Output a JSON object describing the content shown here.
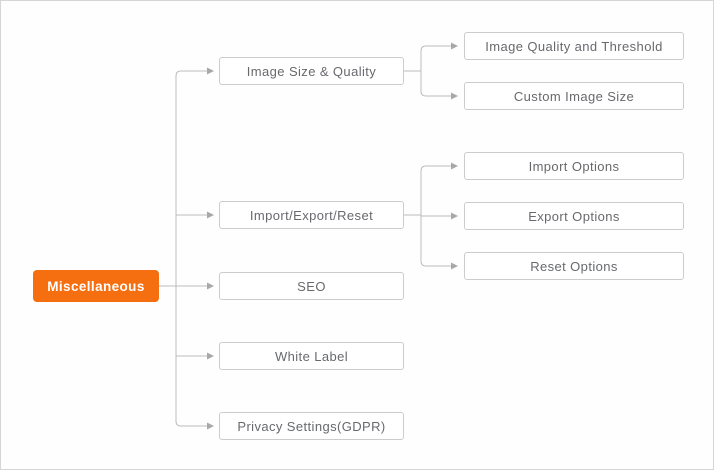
{
  "diagram": {
    "type": "tree",
    "root": {
      "label": "Miscellaneous"
    },
    "level1": [
      {
        "label": "Image Size & Quality"
      },
      {
        "label": "Import/Export/Reset"
      },
      {
        "label": "SEO"
      },
      {
        "label": "White Label"
      },
      {
        "label": "Privacy Settings(GDPR)"
      }
    ],
    "level2": [
      {
        "label": "Image Quality and Threshold",
        "parent": "Image Size & Quality"
      },
      {
        "label": "Custom Image Size",
        "parent": "Image Size & Quality"
      },
      {
        "label": "Import Options",
        "parent": "Import/Export/Reset"
      },
      {
        "label": "Export Options",
        "parent": "Import/Export/Reset"
      },
      {
        "label": "Reset Options",
        "parent": "Import/Export/Reset"
      }
    ],
    "colors": {
      "root_background": "#f56e0f",
      "root_text": "#ffffff",
      "box_background": "#ffffff",
      "box_border": "#cccccc",
      "box_text": "#67696d",
      "connector_line": "#bcbcbc",
      "arrowhead": "#a8a8a8",
      "canvas_border": "#d5d5d5",
      "canvas_background": "#fefefe"
    }
  }
}
